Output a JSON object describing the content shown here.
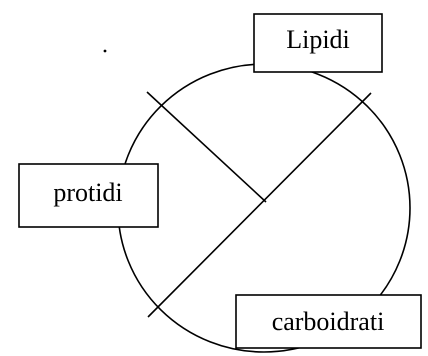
{
  "diagram": {
    "labels": {
      "top": "Lipidi",
      "left": "protidi",
      "bottom": "carboidrati"
    },
    "colors": {
      "stroke": "#000000",
      "background": "#ffffff"
    }
  }
}
